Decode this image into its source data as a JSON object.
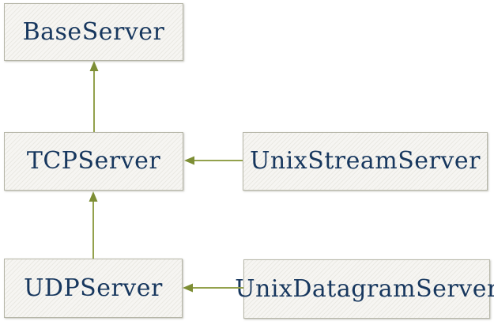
{
  "diagram": {
    "type": "class-inheritance-diagram",
    "nodes": [
      {
        "id": "baseserver",
        "label": "BaseServer"
      },
      {
        "id": "tcpserver",
        "label": "TCPServer"
      },
      {
        "id": "unixstreamserver",
        "label": "UnixStreamServer"
      },
      {
        "id": "udpserver",
        "label": "UDPServer"
      },
      {
        "id": "unixdatagramserver",
        "label": "UnixDatagramServer"
      }
    ],
    "edges": [
      {
        "from": "TCPServer",
        "to": "BaseServer"
      },
      {
        "from": "UDPServer",
        "to": "TCPServer"
      },
      {
        "from": "UnixStreamServer",
        "to": "TCPServer"
      },
      {
        "from": "UnixDatagramServer",
        "to": "UDPServer"
      }
    ],
    "colors": {
      "node_background": "#f5f4f0",
      "node_hatch_stripe": "#eae9e3",
      "node_border": "#b6b6a8",
      "node_text": "#17375e",
      "arrow_line": "#93a14c",
      "arrow_head": "#7d8e35",
      "page_background": "#ffffff"
    }
  }
}
